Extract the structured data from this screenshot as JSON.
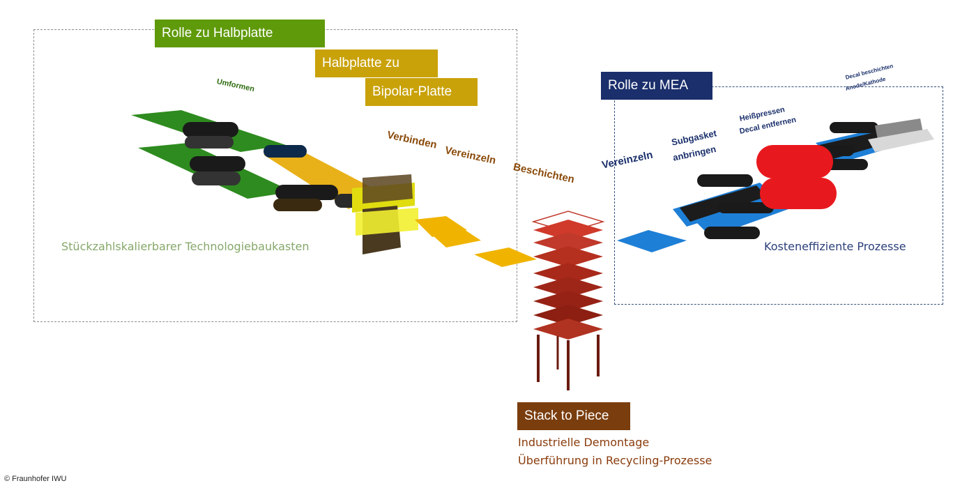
{
  "colors": {
    "green": "#5f9a0a",
    "gold": "#c9a20a",
    "navy": "#1a2f6b",
    "brown": "#7a3d0e",
    "caption_green": "#86a86a",
    "caption_blue": "#2b3f7a",
    "caption_brown": "#8a3c0c"
  },
  "headers": {
    "roll_to_half": "Rolle zu Halbplatte",
    "half_to_bipolar_line1": "Halbplatte zu",
    "half_to_bipolar_line2": "Bipolar-Platte",
    "roll_to_mea": "Rolle zu MEA",
    "stack_to_piece": "Stack to Piece"
  },
  "steps": {
    "umformen": "Umformen",
    "verbinden": "Verbinden",
    "vereinzeln_left": "Vereinzeln",
    "beschichten": "Beschichten",
    "vereinzeln_right": "Vereinzeln",
    "subgasket_line1": "Subgasket",
    "subgasket_line2": "anbringen",
    "heisspressen_line1": "Heißpressen",
    "heisspressen_line2": "Decal entfernen",
    "decal_line1": "Decal beschichten",
    "decal_line2": "Anode/Kathode"
  },
  "captions": {
    "left": "Stückzahlskalierbarer Technologiebaukasten",
    "right": "Kosteneffiziente Prozesse",
    "bottom_line1": "Industrielle Demontage",
    "bottom_line2": "Überführung in Recycling-Prozesse"
  },
  "copyright": "© Fraunhofer IWU",
  "icons": [
    "roller-icon",
    "sheet-icon",
    "stack-icon",
    "press-icon"
  ]
}
